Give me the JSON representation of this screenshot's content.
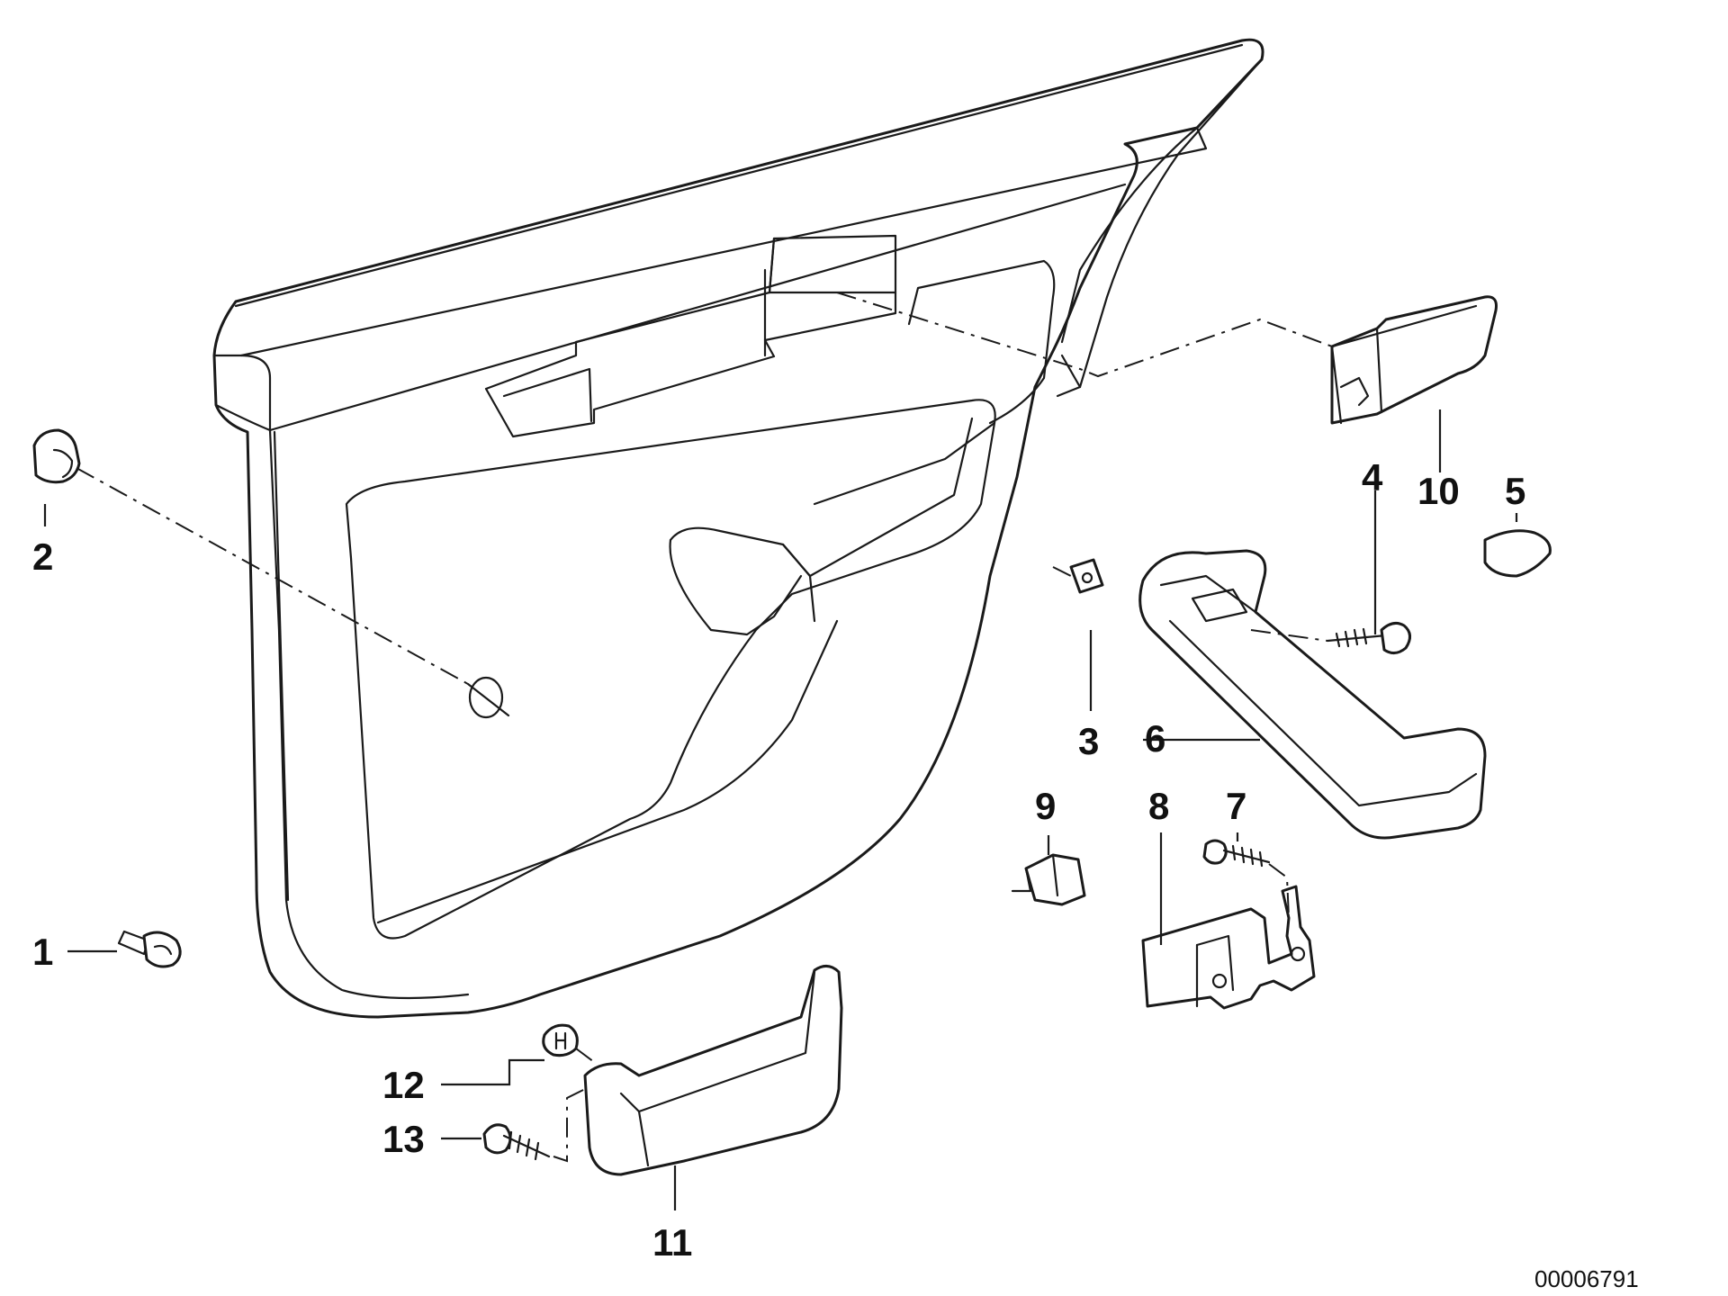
{
  "diagram": {
    "reference_number": "00006791",
    "callouts": [
      {
        "id": "1",
        "label": "1"
      },
      {
        "id": "2",
        "label": "2"
      },
      {
        "id": "3",
        "label": "3"
      },
      {
        "id": "4",
        "label": "4"
      },
      {
        "id": "5",
        "label": "5"
      },
      {
        "id": "6",
        "label": "6"
      },
      {
        "id": "7",
        "label": "7"
      },
      {
        "id": "8",
        "label": "8"
      },
      {
        "id": "9",
        "label": "9"
      },
      {
        "id": "10",
        "label": "10"
      },
      {
        "id": "11",
        "label": "11"
      },
      {
        "id": "12",
        "label": "12"
      },
      {
        "id": "13",
        "label": "13"
      }
    ]
  }
}
